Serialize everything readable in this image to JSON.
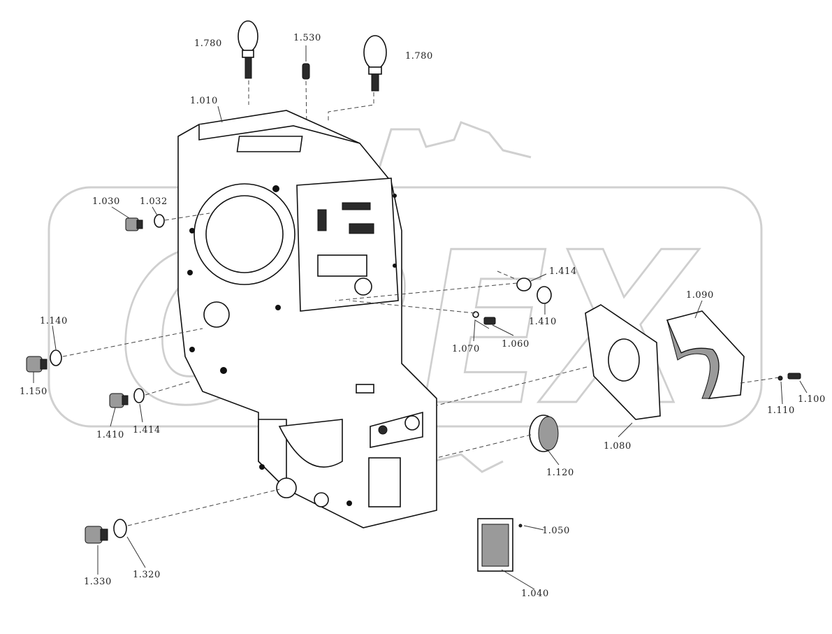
{
  "watermark": {
    "text": "OREX"
  },
  "labels": {
    "p1780a": "1.780",
    "p1780b": "1.780",
    "p1530": "1.530",
    "p1010": "1.010",
    "p1030": "1.030",
    "p1032": "1.032",
    "p1414a": "1.414",
    "p1410a": "1.410",
    "p1140": "1.140",
    "p1150": "1.150",
    "p1070": "1.070",
    "p1060": "1.060",
    "p1090": "1.090",
    "p1410b": "1.410",
    "p1414b": "1.414",
    "p1110": "1.110",
    "p1100": "1.100",
    "p1080": "1.080",
    "p1120": "1.120",
    "p1050": "1.050",
    "p1040": "1.040",
    "p1330": "1.330",
    "p1320": "1.320"
  }
}
